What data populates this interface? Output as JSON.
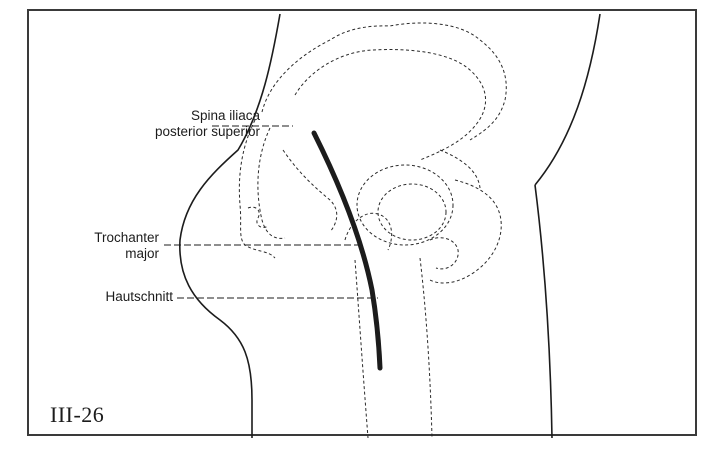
{
  "figure": {
    "number": "III-26",
    "labels": {
      "spina_line1": "Spina iliaca",
      "spina_line2": "posterior superior",
      "trochanter_line1": "Trochanter",
      "trochanter_line2": "major",
      "hautschnitt": "Hautschnitt"
    }
  },
  "colors": {
    "ink": "#1c1c1c",
    "frame": "#3a3a3a",
    "background": "#ffffff"
  }
}
